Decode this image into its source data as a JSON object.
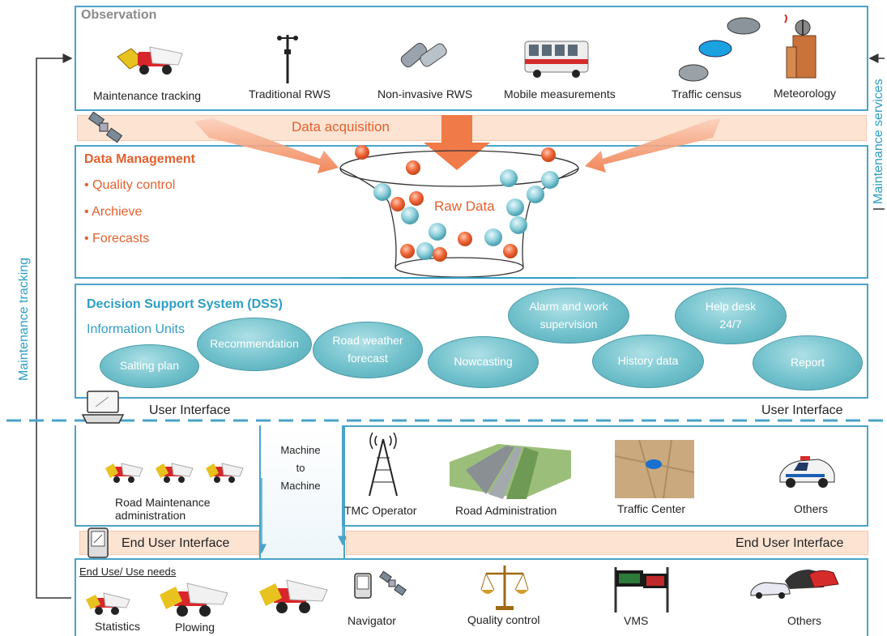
{
  "observation": {
    "title": "Observation",
    "items": [
      {
        "label": "Maintenance tracking",
        "icon": "snowplow-truck-icon"
      },
      {
        "label": "Traditional RWS",
        "icon": "weather-station-pole-icon"
      },
      {
        "label": "Non-invasive RWS",
        "icon": "sensor-camera-icon"
      },
      {
        "label": "Mobile measurements",
        "icon": "bus-icon"
      },
      {
        "label": "Traffic census",
        "icon": "cars-icon"
      },
      {
        "label": "Meteorology",
        "icon": "weather-building-icon"
      }
    ]
  },
  "acquisition": {
    "label": "Data acquisition",
    "icon": "satellite-icon"
  },
  "data_management": {
    "title": "Data Management",
    "bullets": [
      "• Quality control",
      "• Archieve",
      "• Forecasts"
    ],
    "funnel_label": "Raw Data"
  },
  "dss": {
    "title": "Decision Support System (DSS)",
    "subtitle": "Information Units",
    "units": [
      {
        "label": "Salting plan"
      },
      {
        "label": "Recommendation"
      },
      {
        "label": "Road weather\nforecast"
      },
      {
        "label": "Nowcasting"
      },
      {
        "label": "Alarm and work\nsupervision"
      },
      {
        "label": "History data"
      },
      {
        "label": "Help desk\n24/7"
      },
      {
        "label": "Report"
      }
    ]
  },
  "user_interface": {
    "left": "User Interface",
    "right": "User Interface",
    "icon": "laptop-icon"
  },
  "operators": {
    "road_maintenance": "Road Maintenance\nadministration",
    "m2m": "Machine\nto\nMachine",
    "items": [
      {
        "label": "TMC Operator",
        "icon": "radio-tower-icon"
      },
      {
        "label": "Road Administration",
        "icon": "highway-icon"
      },
      {
        "label": "Traffic Center",
        "icon": "map-car-icon"
      },
      {
        "label": "Others",
        "icon": "police-car-icon"
      }
    ]
  },
  "end_user_interface": {
    "left": "End User Interface",
    "right": "End User Interface",
    "icon": "handheld-device-icon"
  },
  "end_use": {
    "title": "End Use/ Use needs",
    "items": [
      {
        "label": "Statistics",
        "icon": "snowplow-truck-icon"
      },
      {
        "label": "Plowing",
        "icon": "snowplow-truck-icon"
      },
      {
        "label": "Navigator",
        "icon": "gps-satellite-icon"
      },
      {
        "label": "Quality control",
        "icon": "scales-icon"
      },
      {
        "label": "VMS",
        "icon": "variable-message-sign-icon"
      },
      {
        "label": "Others",
        "icon": "car-crash-icon"
      }
    ]
  },
  "side_labels": {
    "left": "Maintenance tracking",
    "right": "Maintenance services"
  },
  "colors": {
    "accent_blue": "#4aa3c9",
    "orange": "#e2612f",
    "band": "#fde3d2",
    "teal": "#6fc0cb"
  }
}
